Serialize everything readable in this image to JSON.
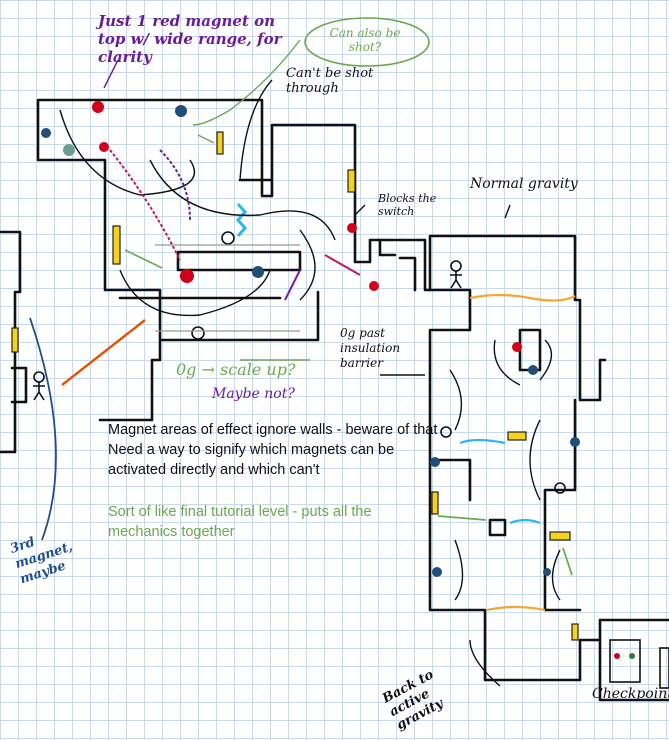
{
  "annotations": {
    "red_magnet_note": "Just 1 red magnet on top w/ wide range, for clarity",
    "can_be_shot_note": "Can also be shot?",
    "cant_shoot_through_note": "Can't be shot through",
    "blocks_switch_note": "Blocks the switch",
    "normal_gravity_note": "Normal gravity",
    "zero_g_note": "0g past insulation barrier",
    "scale_up_note": "0g → scale up?",
    "maybe_not_note": "Maybe not?",
    "third_magnet_note": "3rd magnet, maybe",
    "back_to_gravity_note": "Back to active gravity",
    "checkpoint_label": "Checkpoint"
  },
  "text_box": {
    "line1": "Magnet areas of effect ignore walls - beware of that",
    "line2": "Need a way to signify which magnets can be activated directly and which can't",
    "line3": "Sort of like final tutorial level - puts all the mechanics together"
  },
  "colors": {
    "purple_ink": "#6a1b9a",
    "green_ink": "#6aa84f",
    "blue_ink": "#1f4e8c",
    "magnet_red": "#d0021b",
    "magnet_blue": "#1f4e79",
    "switch_yellow": "#f5d31a",
    "barrier_orange": "#f0a830",
    "barrier_cyan": "#29b6f6"
  }
}
